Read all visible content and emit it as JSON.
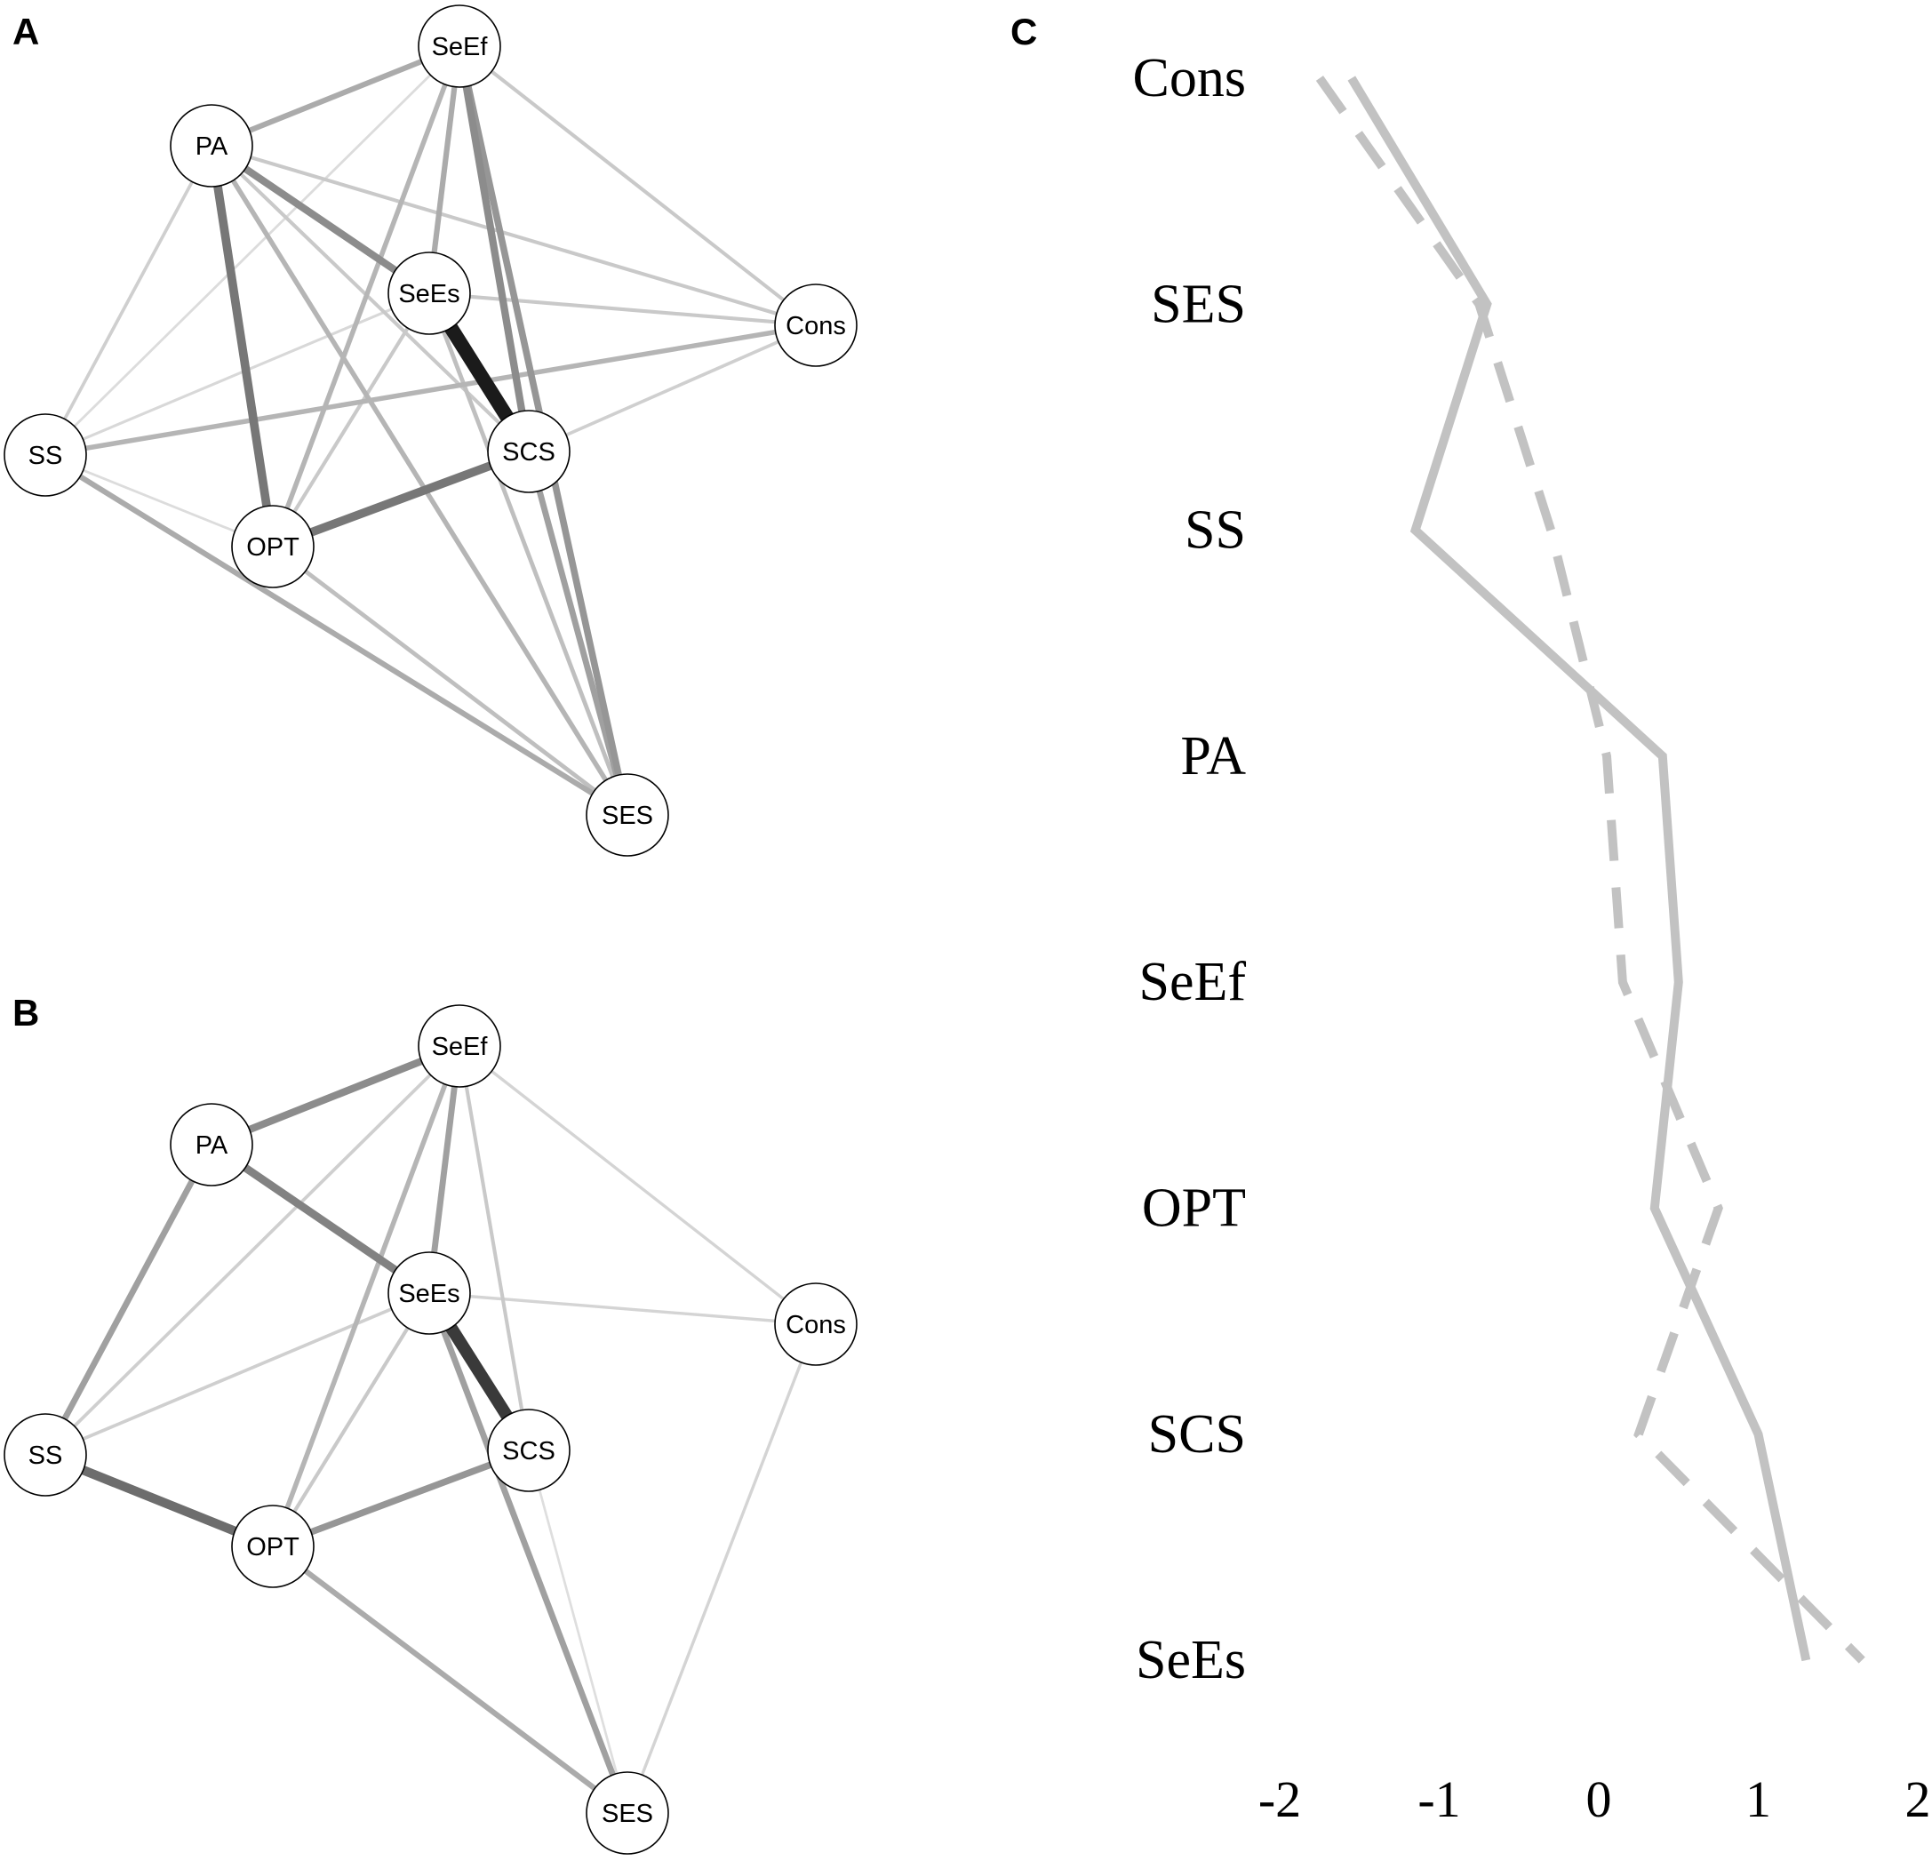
{
  "panels": {
    "a": "A",
    "b": "B",
    "c": "C"
  },
  "network_a": {
    "nodes": [
      {
        "id": "SeEf",
        "label": "SeEf"
      },
      {
        "id": "PA",
        "label": "PA"
      },
      {
        "id": "SeEs",
        "label": "SeEs"
      },
      {
        "id": "Cons",
        "label": "Cons"
      },
      {
        "id": "SS",
        "label": "SS"
      },
      {
        "id": "SCS",
        "label": "SCS"
      },
      {
        "id": "OPT",
        "label": "OPT"
      },
      {
        "id": "SES",
        "label": "SES"
      }
    ],
    "edges": [
      {
        "from": "SeEs",
        "to": "SCS",
        "weight": 1.0
      },
      {
        "from": "PA",
        "to": "OPT",
        "weight": 0.55
      },
      {
        "from": "OPT",
        "to": "SCS",
        "weight": 0.55
      },
      {
        "from": "PA",
        "to": "SeEs",
        "weight": 0.45
      },
      {
        "from": "SeEf",
        "to": "SCS",
        "weight": 0.45
      },
      {
        "from": "SeEf",
        "to": "SES",
        "weight": 0.4
      },
      {
        "from": "SeEf",
        "to": "PA",
        "weight": 0.3
      },
      {
        "from": "SeEf",
        "to": "SeEs",
        "weight": 0.3
      },
      {
        "from": "SS",
        "to": "SES",
        "weight": 0.3
      },
      {
        "from": "SCS",
        "to": "SES",
        "weight": 0.35
      },
      {
        "from": "SS",
        "to": "Cons",
        "weight": 0.25
      },
      {
        "from": "PA",
        "to": "SES",
        "weight": 0.25
      },
      {
        "from": "SeEf",
        "to": "OPT",
        "weight": 0.25
      },
      {
        "from": "OPT",
        "to": "SES",
        "weight": 0.2
      },
      {
        "from": "SeEs",
        "to": "SES",
        "weight": 0.2
      },
      {
        "from": "PA",
        "to": "Cons",
        "weight": 0.15
      },
      {
        "from": "SeEf",
        "to": "Cons",
        "weight": 0.15
      },
      {
        "from": "SeEs",
        "to": "Cons",
        "weight": 0.15
      },
      {
        "from": "PA",
        "to": "SS",
        "weight": 0.12
      },
      {
        "from": "PA",
        "to": "SCS",
        "weight": 0.15
      },
      {
        "from": "SS",
        "to": "SeEs",
        "weight": 0.08
      },
      {
        "from": "SS",
        "to": "SeEf",
        "weight": 0.06
      },
      {
        "from": "SS",
        "to": "OPT",
        "weight": 0.06
      },
      {
        "from": "OPT",
        "to": "SeEs",
        "weight": 0.15
      },
      {
        "from": "SCS",
        "to": "Cons",
        "weight": 0.12
      }
    ]
  },
  "network_b": {
    "nodes": [
      {
        "id": "SeEf",
        "label": "SeEf"
      },
      {
        "id": "PA",
        "label": "PA"
      },
      {
        "id": "SeEs",
        "label": "SeEs"
      },
      {
        "id": "Cons",
        "label": "Cons"
      },
      {
        "id": "SS",
        "label": "SS"
      },
      {
        "id": "SCS",
        "label": "SCS"
      },
      {
        "id": "OPT",
        "label": "OPT"
      },
      {
        "id": "SES",
        "label": "SES"
      }
    ],
    "edges": [
      {
        "from": "SeEs",
        "to": "SCS",
        "weight": 0.85
      },
      {
        "from": "SS",
        "to": "OPT",
        "weight": 0.6
      },
      {
        "from": "PA",
        "to": "SeEs",
        "weight": 0.5
      },
      {
        "from": "SeEf",
        "to": "PA",
        "weight": 0.45
      },
      {
        "from": "PA",
        "to": "SS",
        "weight": 0.35
      },
      {
        "from": "OPT",
        "to": "SCS",
        "weight": 0.4
      },
      {
        "from": "SeEf",
        "to": "SeEs",
        "weight": 0.35
      },
      {
        "from": "OPT",
        "to": "SES",
        "weight": 0.3
      },
      {
        "from": "SeEs",
        "to": "SES",
        "weight": 0.35
      },
      {
        "from": "SeEf",
        "to": "OPT",
        "weight": 0.25
      },
      {
        "from": "SeEf",
        "to": "SCS",
        "weight": 0.15
      },
      {
        "from": "SS",
        "to": "SeEf",
        "weight": 0.12
      },
      {
        "from": "SS",
        "to": "SeEs",
        "weight": 0.12
      },
      {
        "from": "SeEs",
        "to": "Cons",
        "weight": 0.1
      },
      {
        "from": "SeEf",
        "to": "Cons",
        "weight": 0.1
      },
      {
        "from": "Cons",
        "to": "SES",
        "weight": 0.1
      },
      {
        "from": "OPT",
        "to": "SeEs",
        "weight": 0.15
      },
      {
        "from": "SCS",
        "to": "SES",
        "weight": 0.05
      }
    ]
  },
  "chart_data": {
    "type": "line",
    "categories": [
      "Cons",
      "SES",
      "SS",
      "PA",
      "SeEf",
      "OPT",
      "SCS",
      "SeEs"
    ],
    "series": [
      {
        "style": "solid",
        "values": [
          -1.55,
          -0.7,
          -1.15,
          0.4,
          0.5,
          0.35,
          1.0,
          1.3
        ]
      },
      {
        "style": "dashed",
        "values": [
          -1.75,
          -0.75,
          -0.3,
          0.05,
          0.15,
          0.75,
          0.25,
          1.65
        ]
      }
    ],
    "xlim": [
      -2,
      2
    ],
    "xticks": [
      "-2",
      "-1",
      "0",
      "1",
      "2"
    ],
    "xtick_values": [
      -2,
      -1,
      0,
      1,
      2
    ],
    "line_color": "#c2c2c2"
  }
}
